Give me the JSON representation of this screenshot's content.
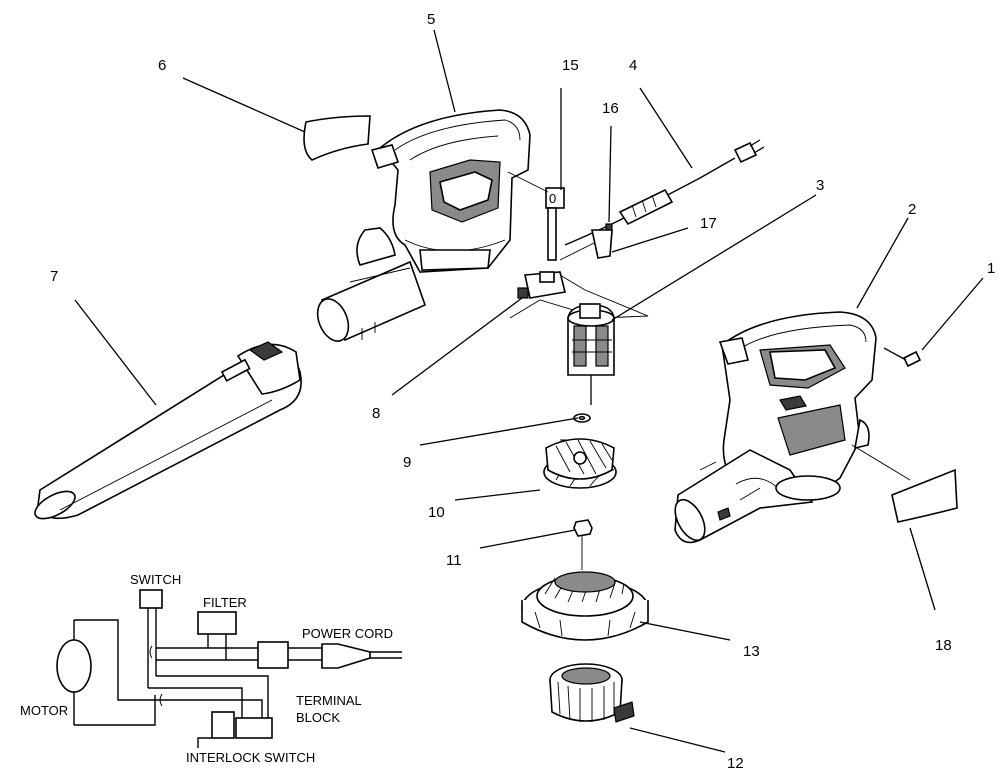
{
  "callouts": [
    {
      "id": "1",
      "text": "1"
    },
    {
      "id": "2",
      "text": "2"
    },
    {
      "id": "3",
      "text": "3"
    },
    {
      "id": "4",
      "text": "4"
    },
    {
      "id": "5",
      "text": "5"
    },
    {
      "id": "6",
      "text": "6"
    },
    {
      "id": "7",
      "text": "7"
    },
    {
      "id": "8",
      "text": "8"
    },
    {
      "id": "9",
      "text": "9"
    },
    {
      "id": "10",
      "text": "10"
    },
    {
      "id": "11",
      "text": "11"
    },
    {
      "id": "12",
      "text": "12"
    },
    {
      "id": "13",
      "text": "13"
    },
    {
      "id": "15",
      "text": "15"
    },
    {
      "id": "16",
      "text": "16"
    },
    {
      "id": "17",
      "text": "17"
    },
    {
      "id": "18",
      "text": "18"
    }
  ],
  "wiring": {
    "switch": "SWITCH",
    "filter": "FILTER",
    "power_cord": "POWER CORD",
    "motor": "MOTOR",
    "terminal_block_line1": "TERMINAL",
    "terminal_block_line2": "BLOCK",
    "interlock_switch": "INTERLOCK SWITCH"
  },
  "switch_glyph": "0"
}
